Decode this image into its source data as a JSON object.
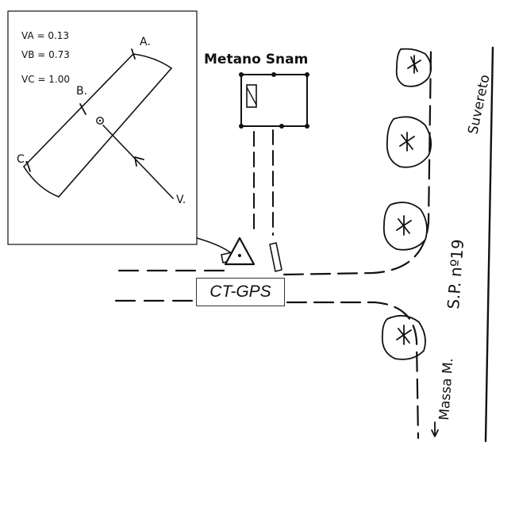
{
  "inset": {
    "va": "VA = 0.13",
    "vb": "VB = 0.73",
    "vc": "VC = 1.00",
    "point_a": "A.",
    "point_b": "B.",
    "point_c": "C.",
    "point_v": "V."
  },
  "map": {
    "building_label": "Metano Snam",
    "road_label": "S.P. nº19",
    "north_direction": "Suvereto",
    "south_direction": "Massa M.",
    "station_label": "CT-GPS"
  },
  "icons": {
    "tree": "tree-icon",
    "station": "triangle-marker-icon",
    "arrow": "arrow-icon"
  }
}
